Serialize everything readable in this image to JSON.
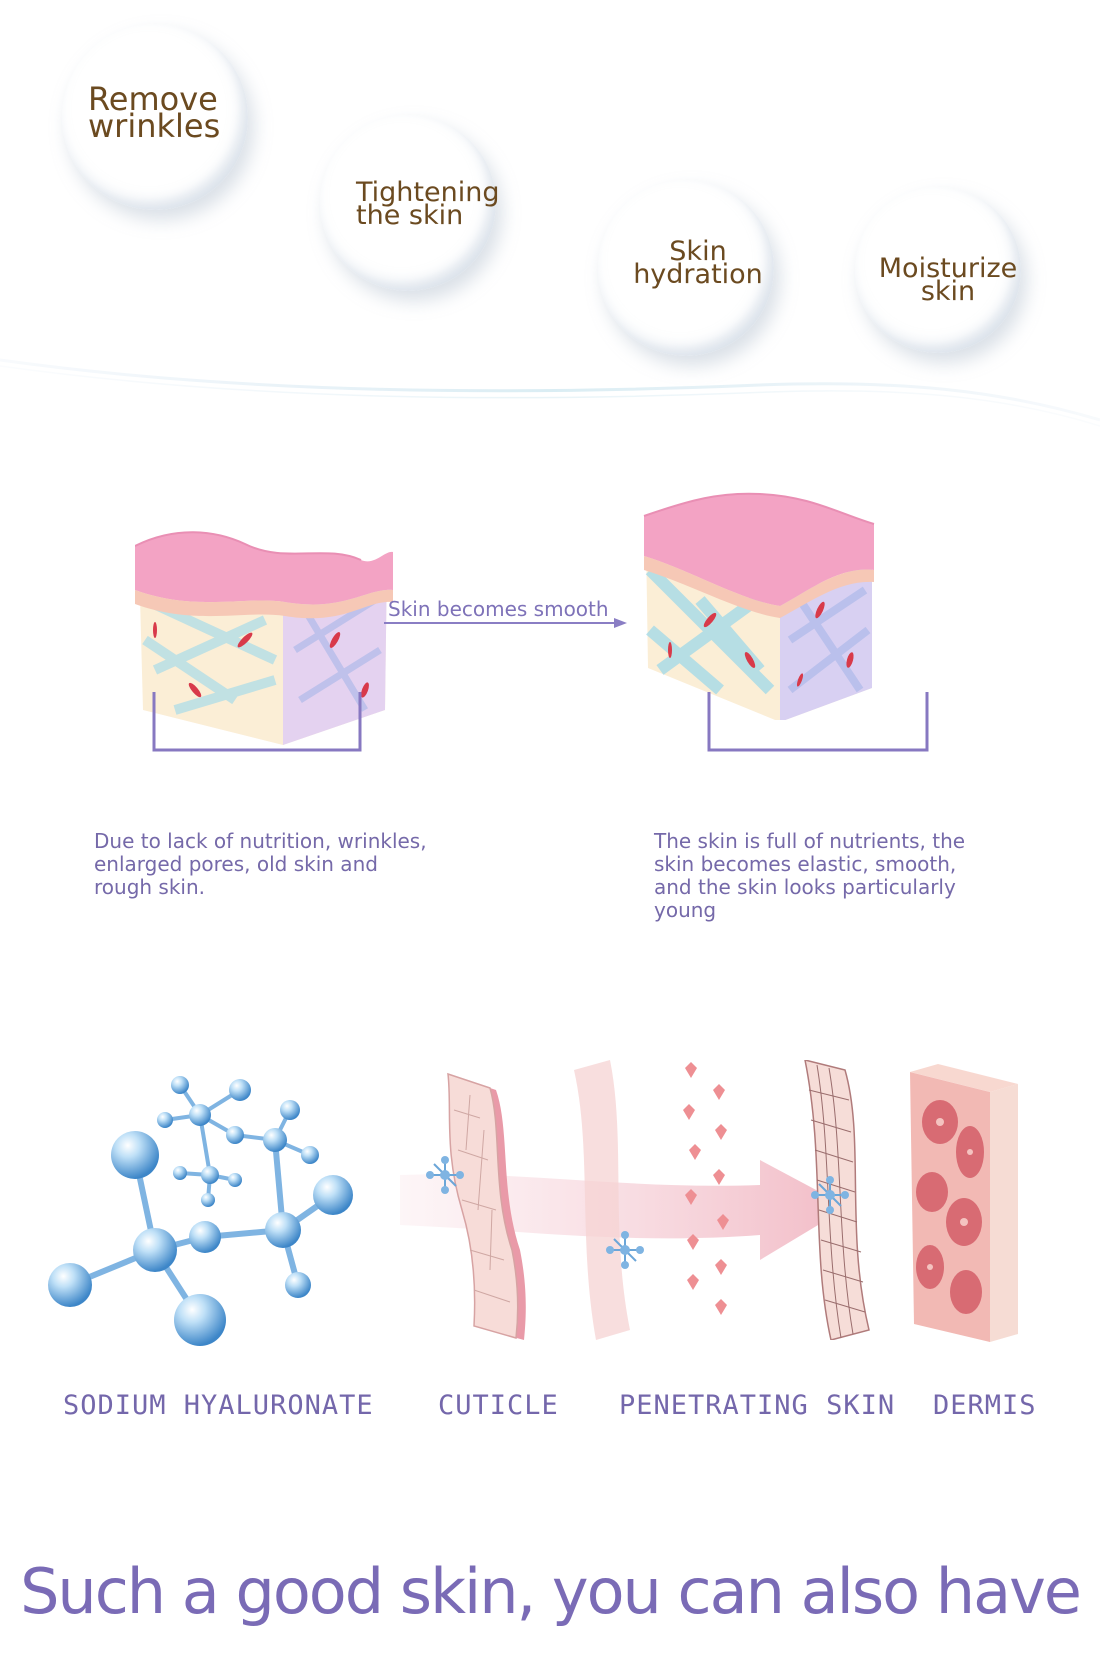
{
  "benefits": [
    {
      "line1": "Remove",
      "line2": "wrinkles"
    },
    {
      "line1": "Tightening",
      "line2": "the skin"
    },
    {
      "line1": "Skin",
      "line2": "hydration"
    },
    {
      "line1": "Moisturize",
      "line2": "skin"
    }
  ],
  "comparison": {
    "arrow_label": "Skin becomes smooth",
    "before": {
      "lines": [
        "Due to lack of nutrition, wrinkles,",
        "enlarged pores, old skin and",
        "rough skin."
      ]
    },
    "after": {
      "lines": [
        "The skin is full of nutrients, the",
        "skin becomes elastic, smooth,",
        "and the skin looks particularly",
        "young"
      ]
    }
  },
  "layers": [
    "SODIUM HYALURONATE",
    "CUTICLE",
    "PENETRATING SKIN",
    "DERMIS"
  ],
  "tagline": "Such a good skin, you can also have",
  "colors": {
    "bubble_text": "#6b4a20",
    "accent_purple": "#7a6bb6",
    "skin_pink": "#f0a8c4",
    "molecule_blue": "#5fa2dc"
  }
}
